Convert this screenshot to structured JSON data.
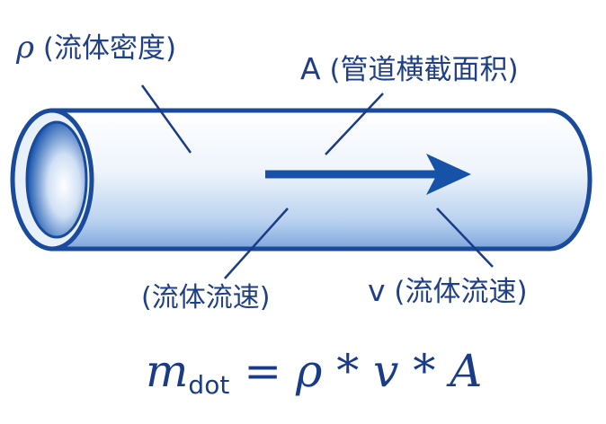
{
  "labels": {
    "density": {
      "symbol": "ρ",
      "text": "(流体密度)"
    },
    "area": {
      "symbol": "A",
      "text": "(管道横截面积)"
    },
    "flow_left": {
      "text": "(流体流速)"
    },
    "velocity": {
      "symbol": "v",
      "text": "(流体流速)"
    }
  },
  "formula": {
    "m": "m",
    "sub": "dot",
    "rest": " = ρ * v * A"
  },
  "colors": {
    "stroke": "#1a4a9c",
    "arrow": "#1552a8",
    "text": "#1f3f86"
  }
}
